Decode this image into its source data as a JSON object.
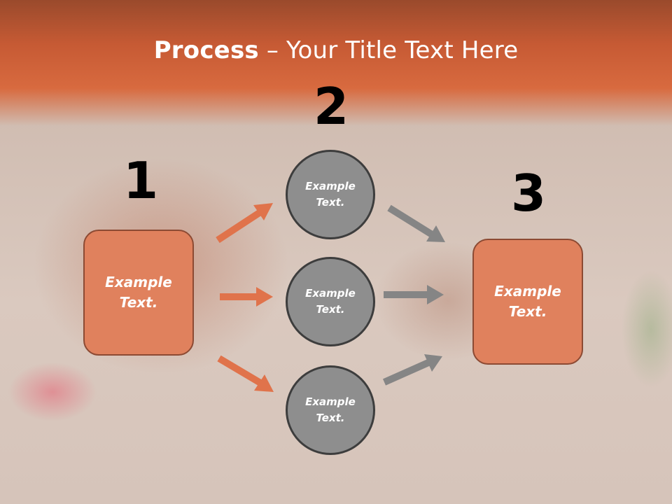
{
  "title": {
    "bold": "Process",
    "rest": " – Your Title Text Here"
  },
  "steps": {
    "one": "1",
    "two": "2",
    "three": "3"
  },
  "boxes": {
    "left": "Example Text.",
    "right": "Example Text."
  },
  "circles": {
    "top": "Example Text.",
    "middle": "Example Text.",
    "bottom": "Example Text."
  },
  "colors": {
    "header": "#d86a3f",
    "box_fill": "#e0815d",
    "box_border": "#8c4a33",
    "circle_fill": "#8e8e8e",
    "circle_border": "#3d3d3d",
    "arrow_orange": "#e0734b",
    "arrow_gray": "#858585"
  }
}
